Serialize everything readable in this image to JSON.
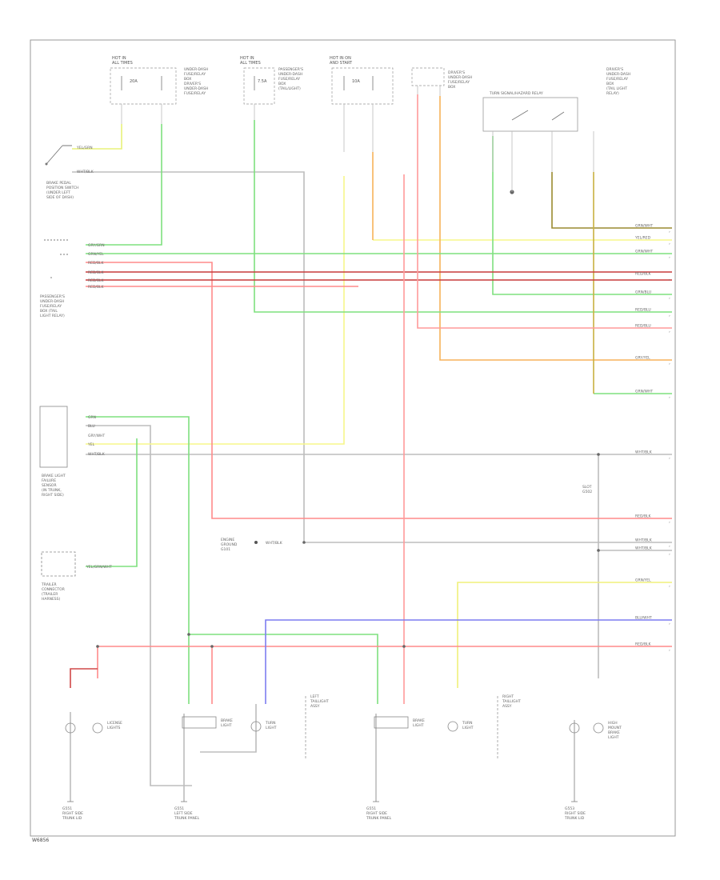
{
  "page_label": "W6856",
  "colors": {
    "frame": "#999999",
    "gray": "#bdbdbd",
    "green": "#7fe07f",
    "yellow": "#f7f78a",
    "orange": "#f7b25a",
    "red": "#ff8a8a",
    "dark_red": "#c83c3c",
    "pink": "#ffb0b0",
    "blue": "#7d7df0",
    "olive": "#9a8a30"
  },
  "header_blocks": [
    {
      "id": "fuse-a",
      "title": "HOT IN\nALL TIMES",
      "fuse": "FUSE",
      "amp": "20A",
      "desc": "UNDER-DASH\nFUSE/RELAY\nBOX\nDRIVER'S\nUNDER-DASH\nFUSE/RELAY"
    },
    {
      "id": "fuse-b",
      "title": "HOT IN\nALL TIMES",
      "fuse": "FUSE",
      "amp": "7.5A",
      "desc": "PASSENGER'S\nUNDER-DASH\nFUSE/RELAY\nBOX\n(TAIL/LIGHT)"
    },
    {
      "id": "fuse-c",
      "title": "HOT IN ON\nAND START",
      "fuse": "FUSE",
      "amp": "10A",
      "desc": ""
    },
    {
      "id": "relay-d",
      "title": "",
      "fuse": "",
      "amp": "",
      "desc": "DRIVER'S\nUNDER-DASH\nFUSE/RELAY\nBOX"
    },
    {
      "id": "relay-e",
      "title": "TURN SIGNAL/HAZARD RELAY",
      "fuse": "",
      "amp": "",
      "desc": ""
    },
    {
      "id": "relay-f",
      "title": "",
      "fuse": "",
      "amp": "",
      "desc": "DRIVER'S\nUNDER-DASH\nFUSE/RELAY\nBOX\n(TAIL LIGHT\nRELAY)"
    }
  ],
  "left_components": [
    {
      "id": "brake-switch",
      "text": "BRAKE PEDAL\nPOSITION SWITCH\n(UNDER LEFT\nSIDE OF DASH)",
      "pins": [
        "YEL/GRN",
        "WHT/BLK"
      ]
    },
    {
      "id": "combination-switch",
      "text": "PASSENGER'S\nUNDER-DASH\nFUSE/RELAY\nBOX (TAIL\nLIGHT RELAY)",
      "pins": [
        "GRY/GRN",
        "GRN/YEL",
        "RED/BLK",
        "RED/BLK",
        "RED/BLK",
        "RED/BLK"
      ]
    },
    {
      "id": "lighting-switch",
      "text": "BRAKE LIGHT\nFAILURE\nSENSOR\n(IN TRUNK,\nRIGHT SIDE)",
      "pins": [
        "GRN",
        "BLU",
        "GRY/WHT",
        "YEL",
        "WHT/BLK"
      ]
    },
    {
      "id": "trailer-connector",
      "text": "TRAILER\nCONNECTOR\n(TRAILER\nHARNESS)",
      "pins": [
        "YEL/GRN/WHT"
      ]
    }
  ],
  "right_terminals": [
    "GRN/WHT",
    "YEL/RED",
    "GRN/WHT",
    "RED/BLK",
    "GRN/BLU",
    "RED/BLU",
    "RED/BLU",
    "GRY/YEL",
    "GRN/WHT",
    "WHT/BLK",
    "RED/BLK",
    "WHT/BLK",
    "WHT/BLK",
    "GRN/YEL",
    "BLU/WHT",
    "RED/BLK"
  ],
  "ground_note": "ENGINE\nGROUND\nG101",
  "ground_wire": "WHT/BLK",
  "splice_note": "SLOT\nG502",
  "lower_components": [
    {
      "id": "license-light",
      "text": "LICENSE\nLIGHTS",
      "ground": "G551\nRIGHT SIDE\nTRUNK LID"
    },
    {
      "id": "brake-light-left",
      "text": "BRAKE\nLIGHT",
      "ground": "G551\nLEFT SIDE\nTRUNK PANEL"
    },
    {
      "id": "turn-light-left",
      "text": "TURN\nLIGHT",
      "ground": ""
    },
    {
      "id": "left-taillight",
      "text": "LEFT\nTAILLIGHT\nASSY",
      "ground": ""
    },
    {
      "id": "brake-light-right",
      "text": "BRAKE\nLIGHT",
      "ground": "G551\nRIGHT SIDE\nTRUNK PANEL"
    },
    {
      "id": "turn-light-right",
      "text": "TURN\nLIGHT",
      "ground": ""
    },
    {
      "id": "right-taillight",
      "text": "RIGHT\nTAILLIGHT\nASSY",
      "ground": ""
    },
    {
      "id": "high-mount-light",
      "text": "HIGH\nMOUNT\nBRAKE\nLIGHT",
      "ground": "G553\nRIGHT SIDE\nTRUNK LID"
    }
  ]
}
